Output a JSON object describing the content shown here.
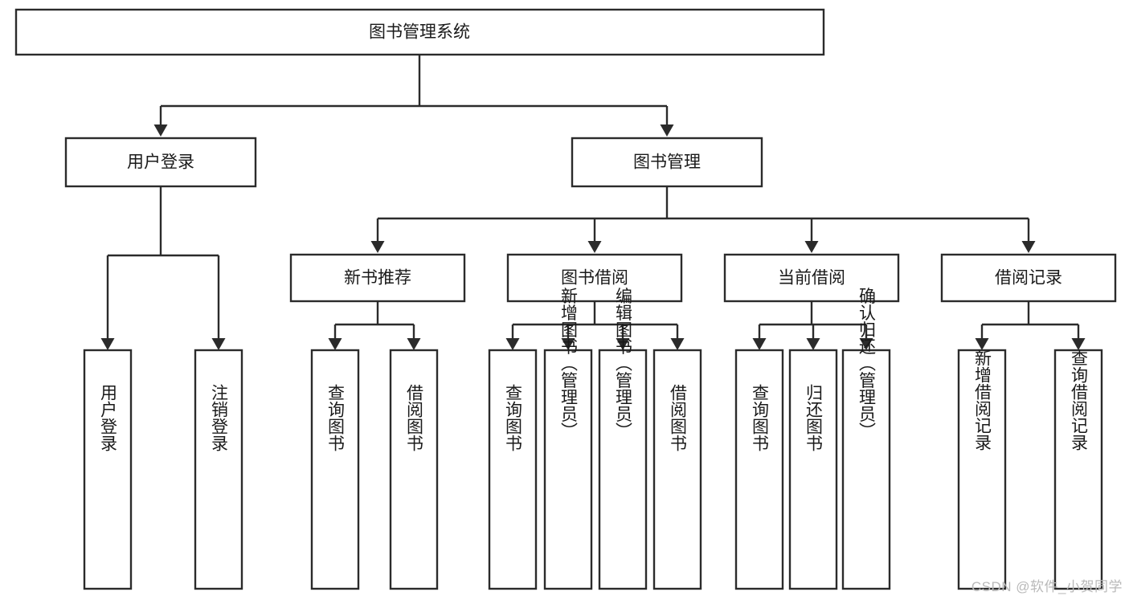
{
  "diagram": {
    "type": "tree",
    "title": "图书管理系统",
    "watermark": "CSDN @软件_小贺同学",
    "colors": {
      "stroke": "#2b2b2b",
      "fill": "#ffffff",
      "text": "#1a1a1a",
      "watermark": "#b9b9b9"
    },
    "nodes": {
      "root": {
        "label": "图书管理系统"
      },
      "level2": [
        {
          "id": "user-login",
          "label": "用户登录"
        },
        {
          "id": "book-manage",
          "label": "图书管理"
        }
      ],
      "level3": [
        {
          "id": "new-book-recommend",
          "label": "新书推荐"
        },
        {
          "id": "book-borrow",
          "label": "图书借阅"
        },
        {
          "id": "current-borrow",
          "label": "当前借阅"
        },
        {
          "id": "borrow-record",
          "label": "借阅记录"
        }
      ],
      "leaves": {
        "user-login": [
          {
            "id": "leaf-user-login",
            "label": "用户登录"
          },
          {
            "id": "leaf-logout-login",
            "label": "注销登录"
          }
        ],
        "new-book-recommend": [
          {
            "id": "leaf-query-book-1",
            "label": "查询图书"
          },
          {
            "id": "leaf-borrow-book-1",
            "label": "借阅图书"
          }
        ],
        "book-borrow": [
          {
            "id": "leaf-query-book-2",
            "label": "查询图书"
          },
          {
            "id": "leaf-add-book",
            "label": "新增图书（管理员）"
          },
          {
            "id": "leaf-edit-book",
            "label": "编辑图书（管理员）"
          },
          {
            "id": "leaf-borrow-book-2",
            "label": "借阅图书"
          }
        ],
        "current-borrow": [
          {
            "id": "leaf-query-book-3",
            "label": "查询图书"
          },
          {
            "id": "leaf-return-book",
            "label": "归还图书"
          },
          {
            "id": "leaf-confirm-return",
            "label": "确认归还（管理员）"
          }
        ],
        "borrow-record": [
          {
            "id": "leaf-add-record",
            "label": "新增借阅记录"
          },
          {
            "id": "leaf-query-record",
            "label": "查询借阅记录"
          }
        ]
      }
    }
  }
}
